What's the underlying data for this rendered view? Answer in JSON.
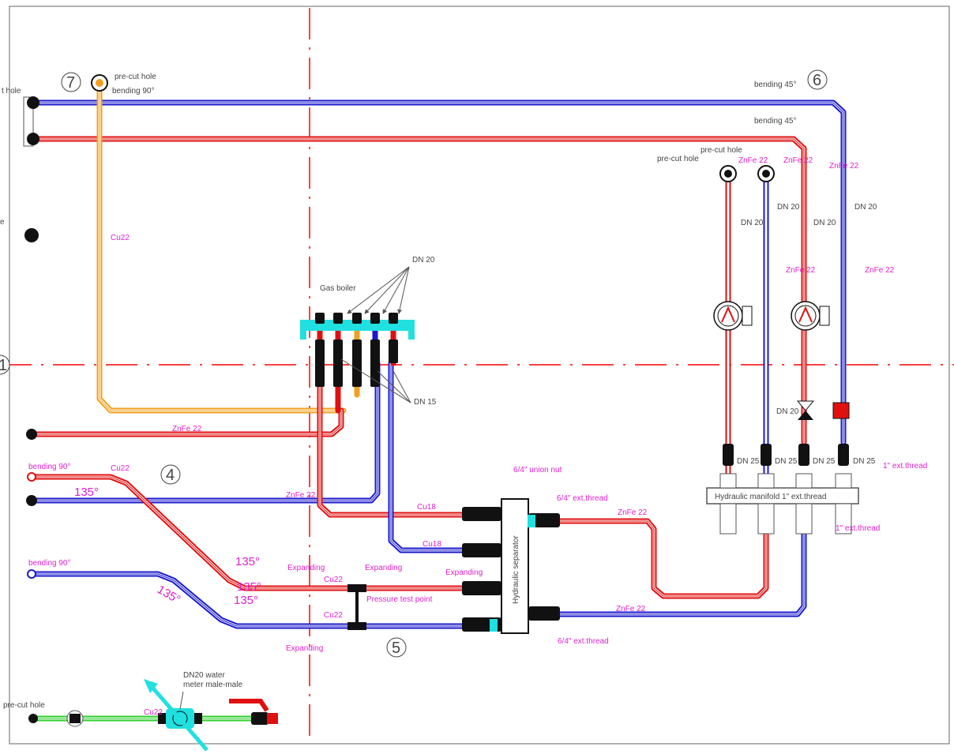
{
  "diagram": {
    "colors": {
      "hot": "#e01010",
      "cold": "#1a1acc",
      "gas": "#f0a020",
      "water": "#30d030",
      "accent": "#e020d0",
      "fitting": "#20e0e0",
      "axis": "#ff0000",
      "ink": "#111111"
    },
    "numbers": {
      "n1": "1",
      "n4": "4",
      "n5": "5",
      "n6": "6",
      "n7": "7"
    },
    "labels": {
      "precut_hole": "pre-cut hole",
      "bending_90": "bending 90°",
      "bending_45": "bending 45°",
      "cu22": "Cu22",
      "cu18": "Cu18",
      "znfe22": "ZnFe 22",
      "dn20": "DN 20",
      "dn15": "DN 15",
      "dn25": "DN 25",
      "gas_boiler": "Gas boiler",
      "union_nut": "6/4\" union nut",
      "ext_thread_64": "6/4\" ext.thread",
      "ext_thread_1": "1\" ext.thread",
      "hydraulic_separator": "Hydraulic separator",
      "hydraulic_manifold": "Hydraulic manifold 1\" ext.thread",
      "expanding": "Expanding",
      "pressure_test": "Pressure test point",
      "angle_135": "135°",
      "water_meter_1": "DN20 water",
      "water_meter_2": "meter male-male",
      "hole_partial": "t hole",
      "partial_e": "e"
    }
  }
}
